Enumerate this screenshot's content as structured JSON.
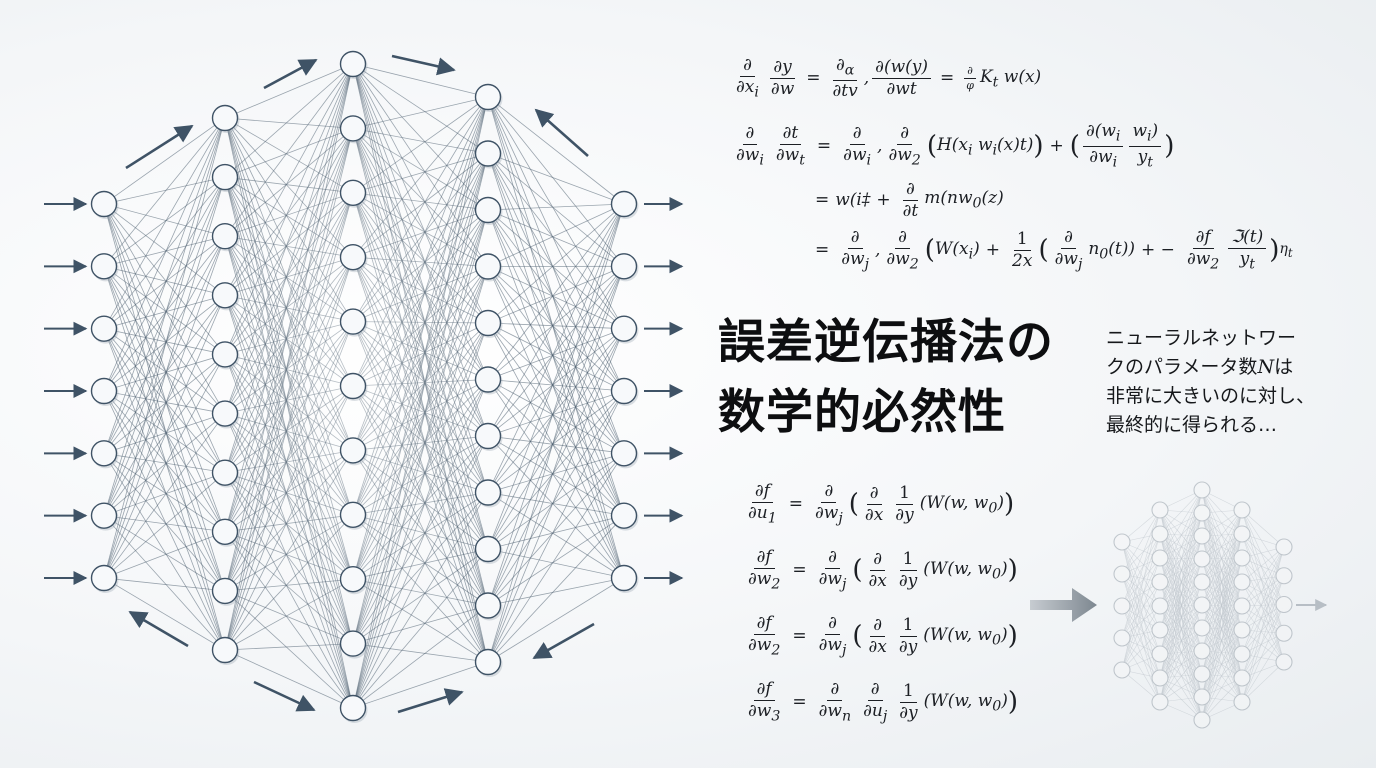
{
  "title": {
    "line1": "誤差逆伝播法の",
    "line2": "数学的必然性"
  },
  "description": {
    "line1": "ニューラルネットワー",
    "line2_pre": "クのパラメータ数",
    "line2_var": "N",
    "line2_post": "は",
    "line3": "非常に大きいのに対し、",
    "line4": "最終的に得られる…"
  },
  "network": {
    "node_color": "#f7f9fb",
    "stroke_color": "#3f5366",
    "edge_color": "#4c5e70",
    "layers": [
      7,
      10,
      11,
      11,
      7
    ],
    "small_layers": [
      5,
      9,
      11,
      9,
      5
    ]
  },
  "icons": {
    "flow_arrow": "right-arrow-icon",
    "cycle_arrow": "curved-arrow-icon"
  }
}
